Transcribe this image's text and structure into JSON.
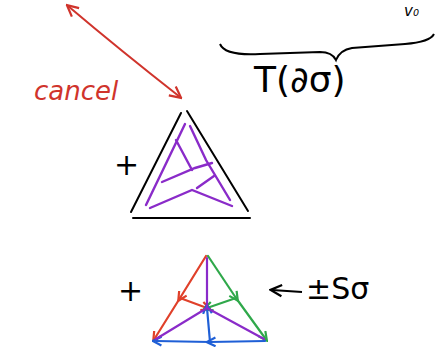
{
  "diagram": {
    "labels": [
      "cancel",
      "v₀",
      "T(∂σ)",
      "+",
      "+",
      "±Sσ"
    ]
  }
}
